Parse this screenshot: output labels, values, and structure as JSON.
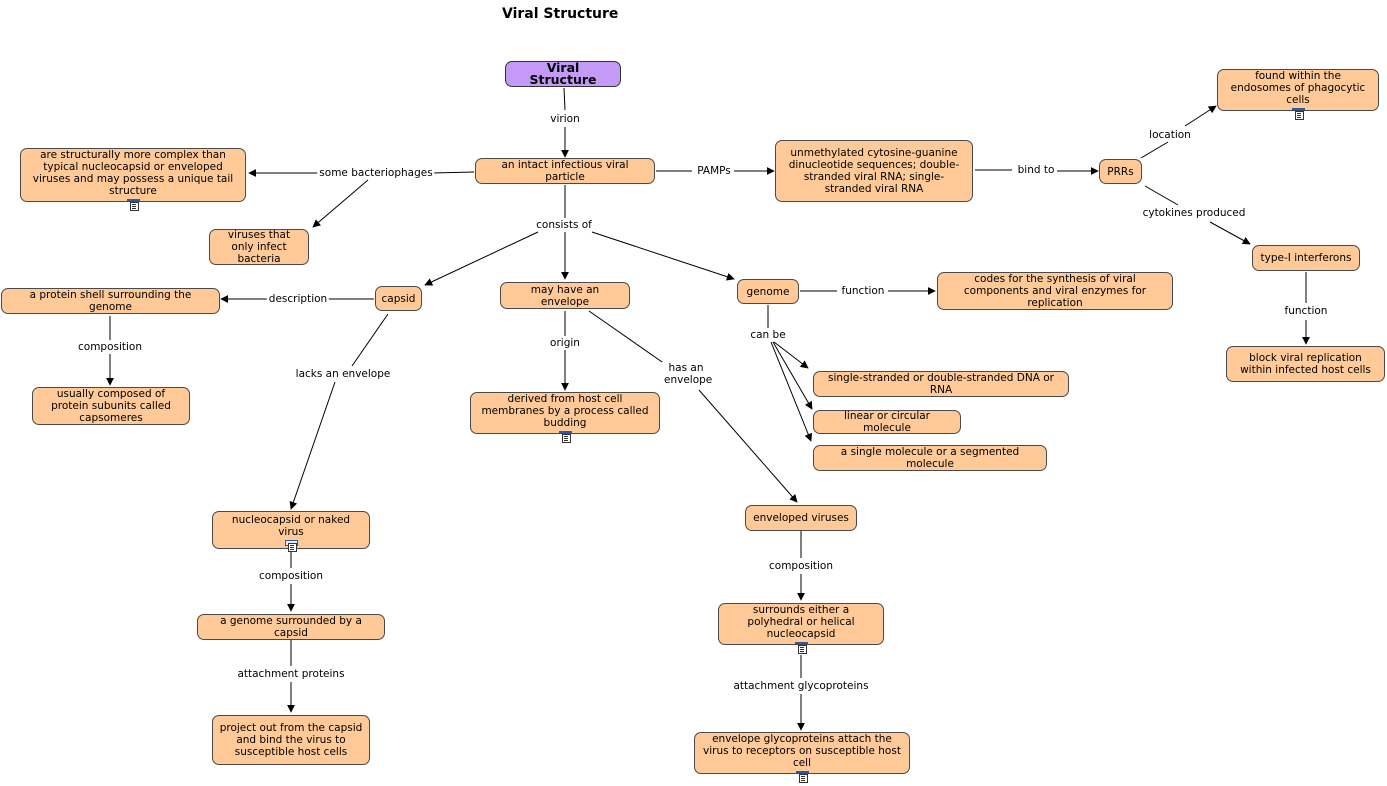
{
  "title": "Viral Structure",
  "nodes": {
    "root": "Viral Structure",
    "virion": "an intact infectious viral particle",
    "bacteriophage_desc": "are structurally more complex than typical nucleocapsid or enveloped viruses and may possess a unique tail structure",
    "bacteria_viruses": "viruses that only infect bacteria",
    "pamps": "unmethylated cytosine-guanine dinucleotide sequences; double-stranded viral RNA; single-stranded viral RNA",
    "prrs": "PRRs",
    "endosomes": "found within the endosomes of phagocytic cells",
    "interferons": "type-I interferons",
    "block_replication": "block viral replication within infected host cells",
    "capsid": "capsid",
    "protein_shell": "a protein shell surrounding the genome",
    "capsomeres": "usually composed of protein subunits called capsomeres",
    "envelope": "may have an envelope",
    "budding": "derived from host cell membranes by a process called budding",
    "genome": "genome",
    "codes_for": "codes for the synthesis of viral components and viral enzymes for replication",
    "ss_ds": "single-stranded or double-stranded DNA or RNA",
    "linear_circular": "linear or circular molecule",
    "single_segmented": "a single molecule or a segmented molecule",
    "nucleocapsid": "nucleocapsid or naked virus",
    "genome_capsid": "a genome surrounded by a capsid",
    "project_out": "project out from the capsid and bind the virus  to susceptible host cells",
    "enveloped": "enveloped viruses",
    "surrounds": "surrounds either a polyhedral or helical nucleocapsid",
    "glycoproteins": "envelope glycoproteins attach the virus to receptors on susceptible host cell"
  },
  "links": {
    "virion": "virion",
    "some_bacteriophages": "some bacteriophages",
    "pamps": "PAMPs",
    "bind_to": "bind to",
    "location": "location",
    "cytokines": "cytokines produced",
    "function_ifn": "function",
    "consists_of": "consists of",
    "description": "description",
    "composition_capsid": "composition",
    "lacks_envelope": "lacks an envelope",
    "origin": "origin",
    "has_envelope": "has an envelope",
    "function_genome": "function",
    "can_be": "can be",
    "composition_nucleo": "composition",
    "attachment_proteins": "attachment proteins",
    "composition_env": "composition",
    "attachment_glyco": "attachment glycoproteins"
  },
  "icons": [
    "document-icon"
  ]
}
